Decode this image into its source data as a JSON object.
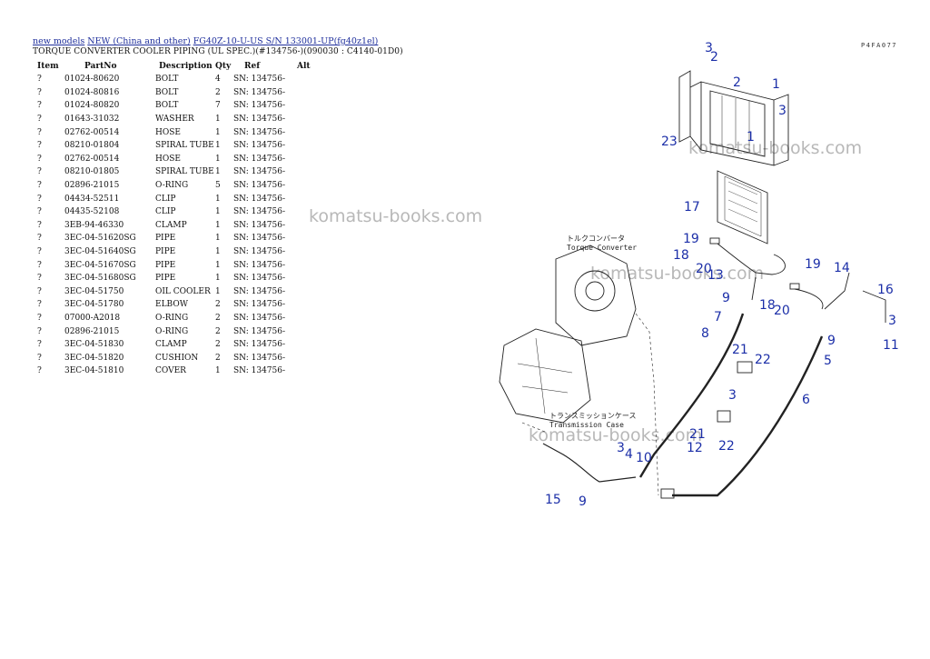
{
  "breadcrumb": {
    "link1": "new models",
    "link2": "NEW (China and other)",
    "link3": "FG40Z-10-U-US S/N 133001-UP(fg40z1el)"
  },
  "page_title": "TORQUE CONVERTER COOLER PIPING (UL SPEC.)(#134756-)(090030 : C4140-01D0)",
  "table": {
    "headers": [
      "Item",
      "PartNo",
      "Description",
      "Qty",
      "Ref",
      "Alt"
    ],
    "rows": [
      {
        "item": "?",
        "part": "01024-80620",
        "desc": "BOLT",
        "qty": "4",
        "ref": "SN: 134756-"
      },
      {
        "item": "?",
        "part": "01024-80816",
        "desc": "BOLT",
        "qty": "2",
        "ref": "SN: 134756-"
      },
      {
        "item": "?",
        "part": "01024-80820",
        "desc": "BOLT",
        "qty": "7",
        "ref": "SN: 134756-"
      },
      {
        "item": "?",
        "part": "01643-31032",
        "desc": "WASHER",
        "qty": "1",
        "ref": "SN: 134756-"
      },
      {
        "item": "?",
        "part": "02762-00514",
        "desc": "HOSE",
        "qty": "1",
        "ref": "SN: 134756-"
      },
      {
        "item": "?",
        "part": "08210-01804",
        "desc": "SPIRAL TUBE",
        "qty": "1",
        "ref": "SN: 134756-"
      },
      {
        "item": "?",
        "part": "02762-00514",
        "desc": "HOSE",
        "qty": "1",
        "ref": "SN: 134756-"
      },
      {
        "item": "?",
        "part": "08210-01805",
        "desc": "SPIRAL TUBE",
        "qty": "1",
        "ref": "SN: 134756-"
      },
      {
        "item": "?",
        "part": "02896-21015",
        "desc": "O-RING",
        "qty": "5",
        "ref": "SN: 134756-"
      },
      {
        "item": "?",
        "part": "04434-52511",
        "desc": "CLIP",
        "qty": "1",
        "ref": "SN: 134756-"
      },
      {
        "item": "?",
        "part": "04435-52108",
        "desc": "CLIP",
        "qty": "1",
        "ref": "SN: 134756-"
      },
      {
        "item": "?",
        "part": "3EB-94-46330",
        "desc": "CLAMP",
        "qty": "1",
        "ref": "SN: 134756-"
      },
      {
        "item": "?",
        "part": "3EC-04-51620SG",
        "desc": "PIPE",
        "qty": "1",
        "ref": "SN: 134756-"
      },
      {
        "item": "?",
        "part": "3EC-04-51640SG",
        "desc": "PIPE",
        "qty": "1",
        "ref": "SN: 134756-"
      },
      {
        "item": "?",
        "part": "3EC-04-51670SG",
        "desc": "PIPE",
        "qty": "1",
        "ref": "SN: 134756-"
      },
      {
        "item": "?",
        "part": "3EC-04-51680SG",
        "desc": "PIPE",
        "qty": "1",
        "ref": "SN: 134756-"
      },
      {
        "item": "?",
        "part": "3EC-04-51750",
        "desc": "OIL COOLER",
        "qty": "1",
        "ref": "SN: 134756-"
      },
      {
        "item": "?",
        "part": "3EC-04-51780",
        "desc": "ELBOW",
        "qty": "2",
        "ref": "SN: 134756-"
      },
      {
        "item": "?",
        "part": "07000-A2018",
        "desc": "O-RING",
        "qty": "2",
        "ref": "SN: 134756-"
      },
      {
        "item": "?",
        "part": "02896-21015",
        "desc": "O-RING",
        "qty": "2",
        "ref": "SN: 134756-"
      },
      {
        "item": "?",
        "part": "3EC-04-51830",
        "desc": "CLAMP",
        "qty": "2",
        "ref": "SN: 134756-"
      },
      {
        "item": "?",
        "part": "3EC-04-51820",
        "desc": "CUSHION",
        "qty": "2",
        "ref": "SN: 134756-"
      },
      {
        "item": "?",
        "part": "3EC-04-51810",
        "desc": "COVER",
        "qty": "1",
        "ref": "SN: 134756-"
      }
    ]
  },
  "watermark": "komatsu-books.com",
  "diagram": {
    "code": "P4FA077",
    "label_tc_jp": "トルクコンバータ",
    "label_tc_en": "Torque Converter",
    "label_tm_jp": "トランスミッションケース",
    "label_tm_en": "Transmission Case",
    "callouts": [
      "3",
      "2",
      "2",
      "1",
      "3",
      "23",
      "1",
      "17",
      "19",
      "18",
      "20",
      "13",
      "19",
      "14",
      "16",
      "9",
      "18",
      "20",
      "3",
      "11",
      "7",
      "8",
      "21",
      "22",
      "9",
      "5",
      "3",
      "6",
      "21",
      "22",
      "3",
      "4",
      "10",
      "12",
      "15",
      "9"
    ]
  }
}
